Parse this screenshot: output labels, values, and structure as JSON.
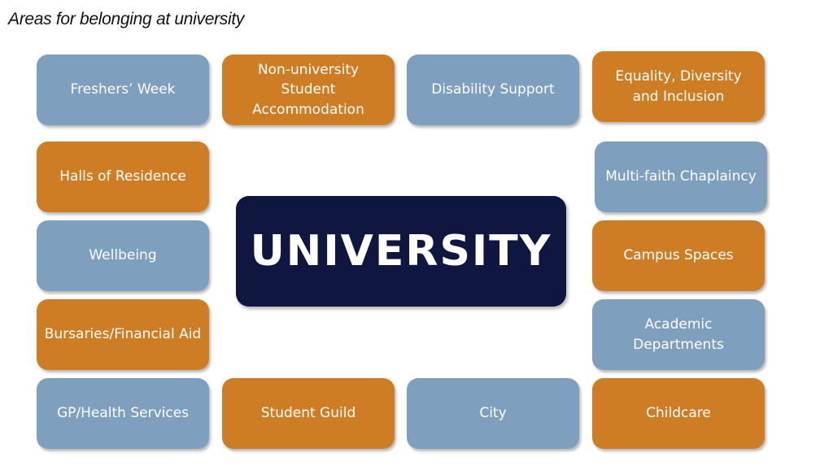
{
  "title": "Areas for belonging at university",
  "center_label": "UNIVERSITY",
  "boxes": {
    "freshers_week": "Freshers’ Week",
    "non_university_accommodation": "Non-university Student Accommodation",
    "disability_support": "Disability Support",
    "equality_diversity_inclusion": "Equality, Diversity and Inclusion",
    "halls_of_residence": "Halls of Residence",
    "multi_faith_chaplaincy": "Multi-faith Chaplaincy",
    "wellbeing": "Wellbeing",
    "campus_spaces": "Campus Spaces",
    "bursaries_financial_aid": "Bursaries/Financial Aid",
    "academic_departments": "Academic Departments",
    "gp_health_services": "GP/Health Services",
    "student_guild": "Student Guild",
    "city": "City",
    "childcare": "Childcare"
  },
  "colors": {
    "blue": "#7f9fbe",
    "orange": "#cf7d24",
    "center": "#0f1640"
  }
}
